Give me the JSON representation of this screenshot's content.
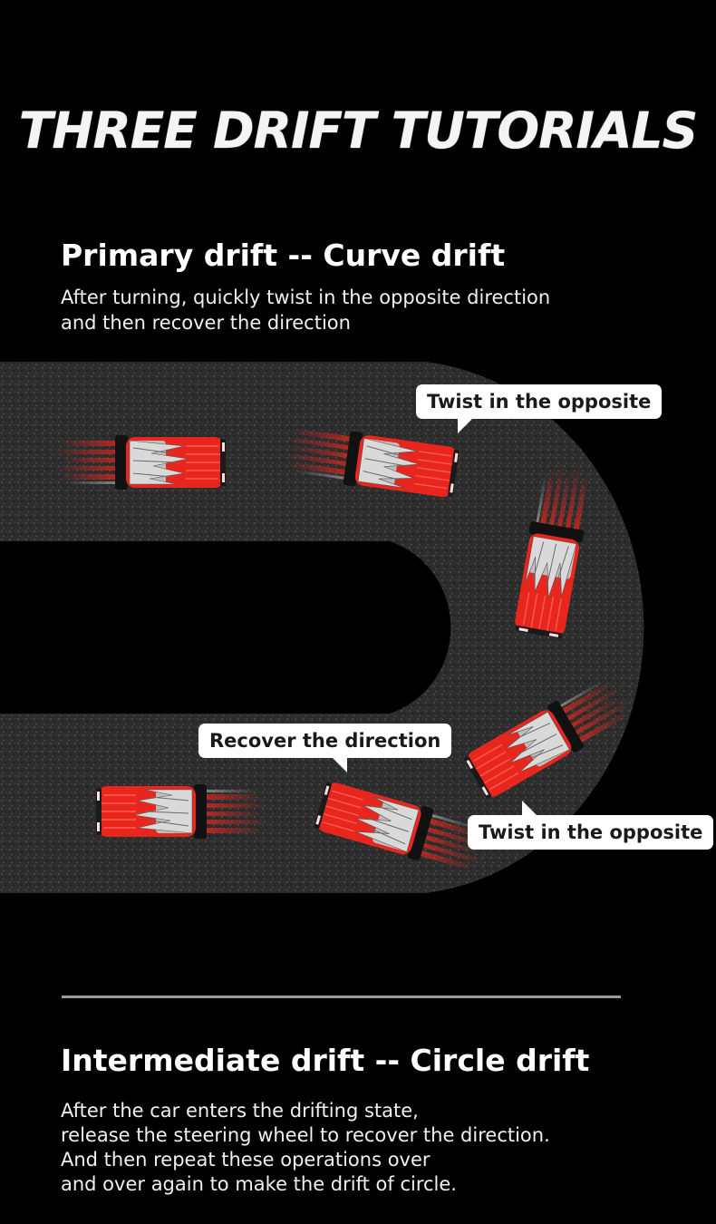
{
  "title": "THREE DRIFT TUTORIALS",
  "section1": {
    "heading": "Primary drift -- Curve drift",
    "description": "After turning, quickly twist in the opposite direction\nand then recover the direction"
  },
  "callouts": [
    "Twist in the opposite",
    "Recover the direction",
    "Twist in the opposite"
  ],
  "section2": {
    "heading": "Intermediate drift -- Circle drift",
    "description": "After the car enters the drifting state,\nrelease the steering wheel to recover the direction.\n And then repeat these operations over\nand over again to make the drift of circle."
  },
  "colors": {
    "background": "#000000",
    "car_body": "#e8261d",
    "asphalt": "#2b2b2b",
    "callout_bg": "#ffffff",
    "divider": "#9a9a9a"
  },
  "icons": [
    "drift-car-icon"
  ]
}
